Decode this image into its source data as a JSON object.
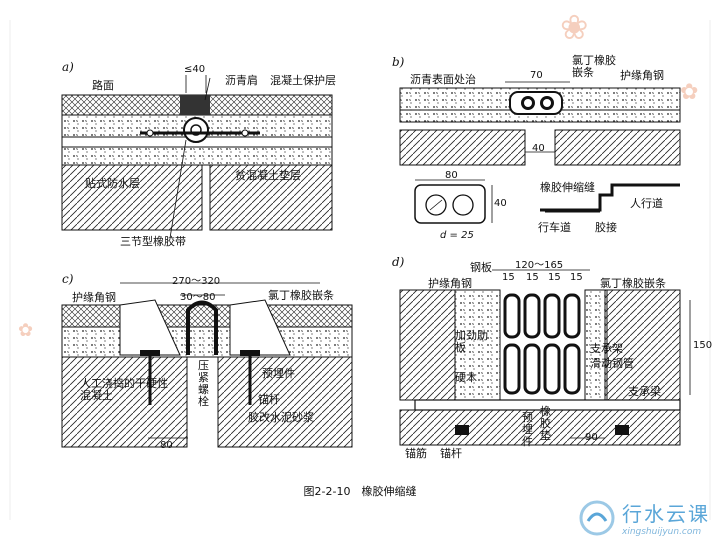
{
  "panels": {
    "a": {
      "letter": "a)",
      "labels": {
        "road_surface": "路面",
        "asphalt": "沥青肩",
        "concrete_protect": "混凝土保护层",
        "waterproof": "贴式防水层",
        "lean_concrete": "贫混凝土垫层",
        "rubber_strip": "三节型橡胶带"
      },
      "dim": "≤40"
    },
    "b": {
      "letter": "b)",
      "labels": {
        "asphalt_treat": "沥青表面处治",
        "neoprene": "氯丁橡胶嵌条",
        "angle_steel": "护缘角钢",
        "rubber_joint": "橡胶伸缩缝",
        "sidewalk": "人行道",
        "carriageway": "行车道",
        "bonding": "胶接"
      },
      "dims": {
        "d70": "70",
        "d40": "40",
        "d80": "80",
        "d40b": "40",
        "dia": "d = 25"
      }
    },
    "c": {
      "letter": "c)",
      "labels": {
        "angle_steel": "护缘角钢",
        "neoprene": "氯丁橡胶嵌条",
        "manual_concrete": "人工浇捣的干硬性混凝土",
        "bolt": "压紧螺栓",
        "embedded": "预埋件",
        "anchor": "锚杆",
        "mortar": "胶改水泥砂浆"
      },
      "dims": {
        "span": "270～320",
        "gap": "30～80",
        "d80": "80"
      }
    },
    "d": {
      "letter": "d)",
      "labels": {
        "steel_plate": "钢板",
        "angle_steel": "护缘角钢",
        "neoprene": "氯丁橡胶嵌条",
        "stiffener": "加劲肋板",
        "support": "支承架",
        "slide_pipe": "滑动钢管",
        "support_beam": "支承梁",
        "embedded": "预埋件",
        "rubber_pad": "橡胶垫",
        "anchor_bar": "锚筋",
        "anchor_rod": "锚杆",
        "fill": "硬木"
      },
      "dims": {
        "span": "120～165",
        "d15a": "15",
        "d15b": "15",
        "d15c": "15",
        "d15d": "15",
        "d150": "150",
        "d90": "90"
      }
    }
  },
  "caption": "图2-2-10　橡胶伸缩缝",
  "watermark": {
    "name": "行水云课",
    "url": "xingshuijyun.com"
  },
  "colors": {
    "ink": "#111111",
    "accent_deco": "#f4c7b3",
    "watermark": "#5aa6d8"
  }
}
